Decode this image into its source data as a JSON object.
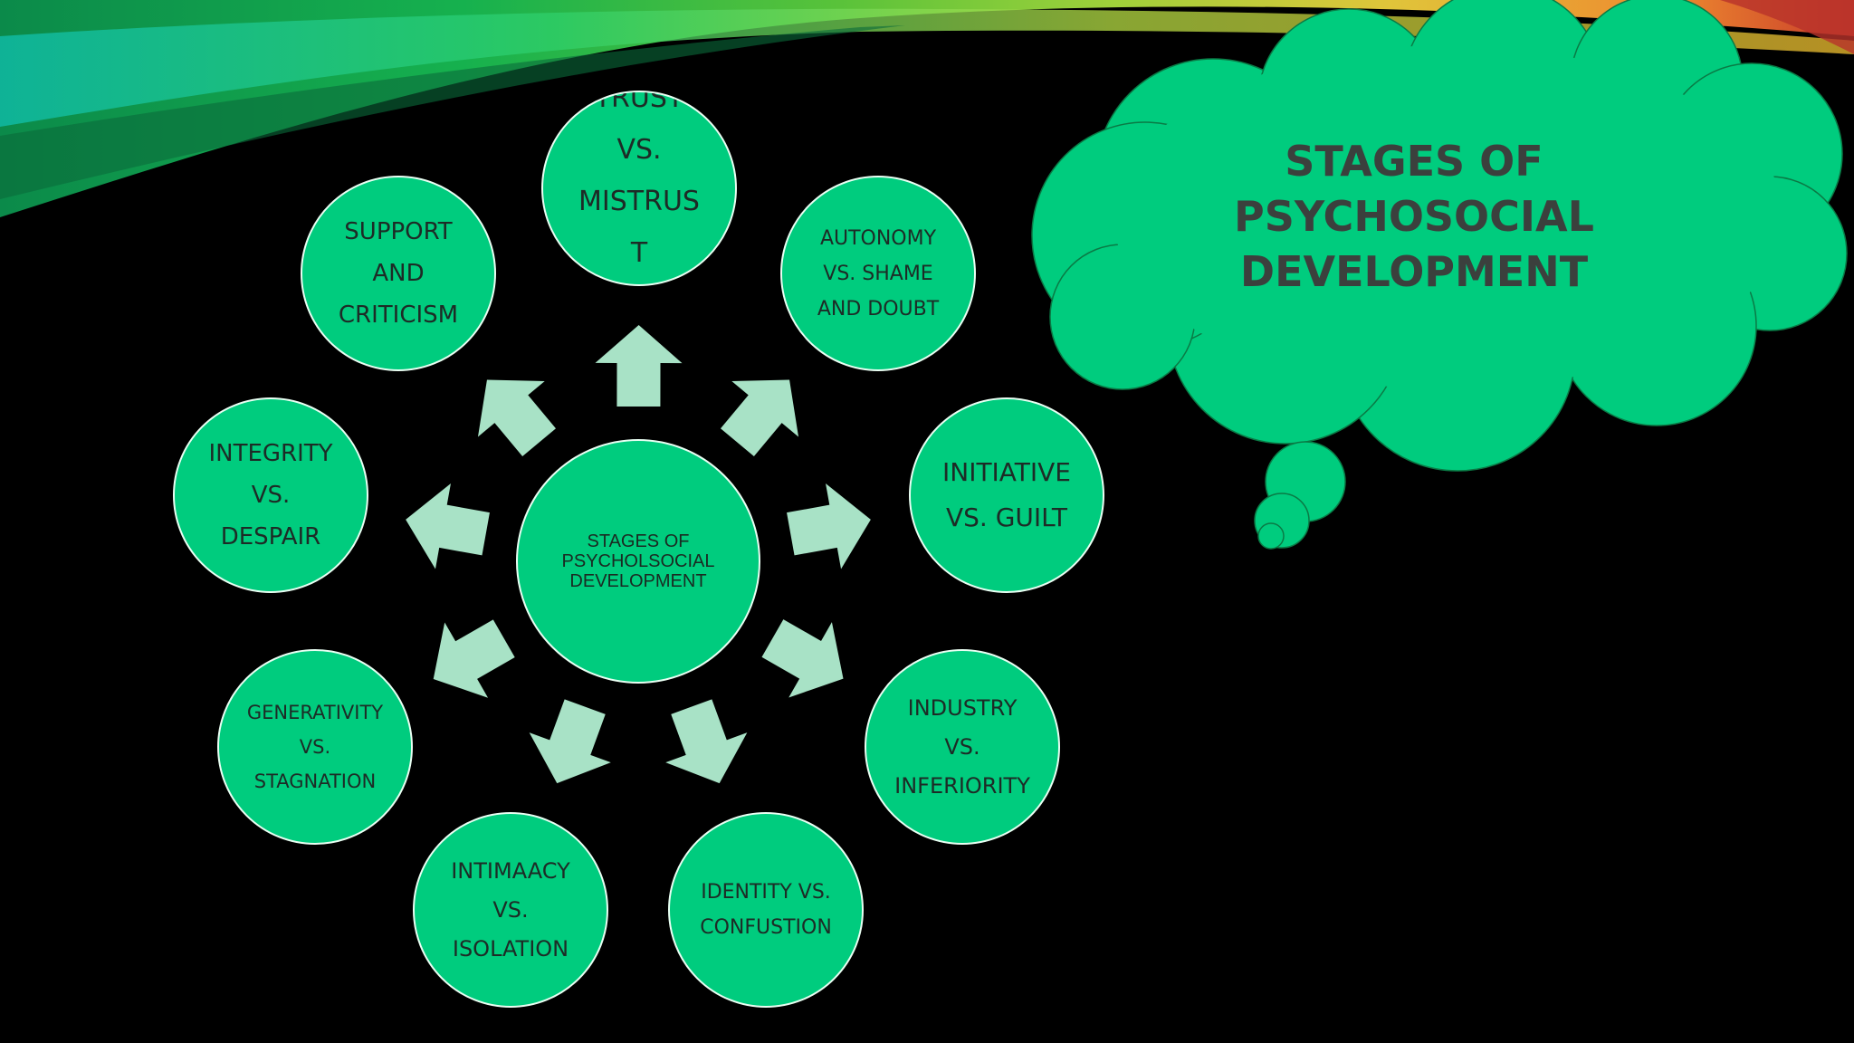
{
  "title": "STAGES OF\nPSYCHOSOCIAL\nDEVELOPMENT",
  "center_label": "STAGES OF\nPSYCHOLSOCIAL\nDEVELOPMENT",
  "stages": [
    {
      "id": "trust",
      "label": "TRUST\nVS.\nMISTRUS\nT"
    },
    {
      "id": "autonomy",
      "label": "AUTONOMY\nVS. SHAME\nAND DOUBT"
    },
    {
      "id": "initiative",
      "label": "INITIATIVE\nVS. GUILT"
    },
    {
      "id": "industry",
      "label": "INDUSTRY\nVS.\nINFERIORITY"
    },
    {
      "id": "identity",
      "label": "IDENTITY VS.\nCONFUSTION"
    },
    {
      "id": "intimacy",
      "label": "INTIMAACY\nVS.\nISOLATION"
    },
    {
      "id": "generativity",
      "label": "GENERATIVITY\nVS.\nSTAGNATION"
    },
    {
      "id": "integrity",
      "label": "INTEGRITY\nVS.\nDESPAIR"
    },
    {
      "id": "support",
      "label": "SUPPORT\nAND\nCRITICISM"
    }
  ],
  "colors": {
    "background": "#000000",
    "node_fill": "#00CC7E",
    "node_border": "#E9FFF3",
    "arrow_fill": "#A8E2C6",
    "title_text": "#3B403D"
  }
}
